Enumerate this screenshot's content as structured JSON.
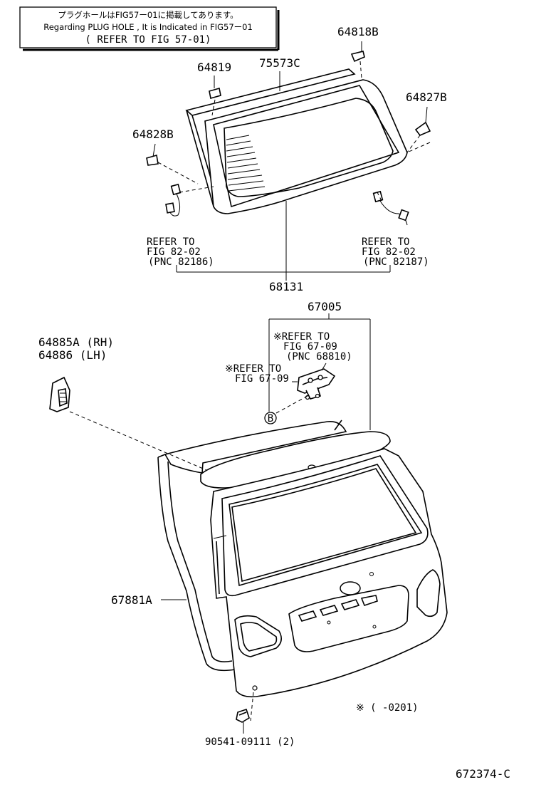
{
  "note_box": {
    "line1": "プラグホールはFIG57ー01に掲載してあります。",
    "line2": "Regarding PLUG HOLE , It is Indicated in FIG57ー01",
    "line3": "( REFER TO FIG 57-01)"
  },
  "parts": {
    "p64818B": "64818B",
    "p64819": "64819",
    "p75573C": "75573C",
    "p64827B": "64827B",
    "p64828B": "64828B",
    "p68131": "68131",
    "p67005": "67005",
    "p64885A": "64885A (RH)",
    "p64886": "64886  (LH)",
    "p67881A": "67881A",
    "p90541": "90541-09111 (2)"
  },
  "refs": {
    "left": {
      "l1": "REFER TO",
      "l2": "FIG 82-02",
      "l3": "(PNC 82186)"
    },
    "right": {
      "l1": "REFER TO",
      "l2": "FIG 82-02",
      "l3": "(PNC 82187)"
    },
    "hinge1": {
      "l1": "※REFER TO",
      "l2": "FIG 67-09",
      "l3": "(PNC 68810)"
    },
    "hinge2": {
      "l1": "※REFER TO",
      "l2": "FIG 67-09"
    }
  },
  "callout_b": "B",
  "footnote": "※ (     -0201)",
  "figure_code": "672374-C"
}
